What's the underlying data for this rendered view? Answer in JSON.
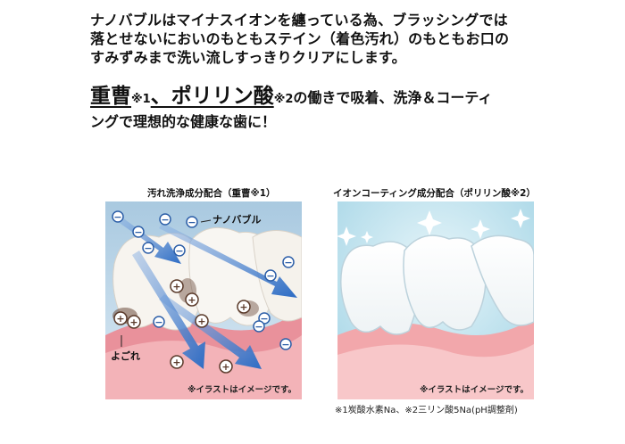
{
  "intro": {
    "line1": "ナノバブルはマイナスイオンを纏っている為、ブラッシングでは",
    "line2": "落とせないにおいのもともステイン（着色汚れ）のもともお口の",
    "line3": "すみずみまで洗い流しすっきりクリアにします。"
  },
  "headline": {
    "part1": "重曹",
    "note1": "※1",
    "part2": "、ポリリン酸",
    "note2": "※2",
    "part3": "の働きで吸着、洗浄＆コーティ",
    "line2": "ングで理想的な健康な歯に！"
  },
  "left_panel": {
    "caption": "汚れ洗浄成分配合（重曹※1）",
    "bubble_label": "ナノバブル",
    "dirt_label": "よごれ",
    "illustration_note": "※イラストはイメージです。",
    "colors": {
      "background": "#c5dcec",
      "gum": "#e9919b",
      "arrow": "#3a72c4",
      "stain": "#6b4a3a"
    }
  },
  "right_panel": {
    "caption": "イオンコーティング成分配合（ポリリン酸※2）",
    "illustration_note": "※イラストはイメージです。",
    "colors": {
      "background": "#bfe3ee",
      "gum": "#f2a7ab",
      "sparkle": "#ffffff"
    }
  },
  "footnote": "※1炭酸水素Na、※2三リン酸5Na(pH調整剤)"
}
